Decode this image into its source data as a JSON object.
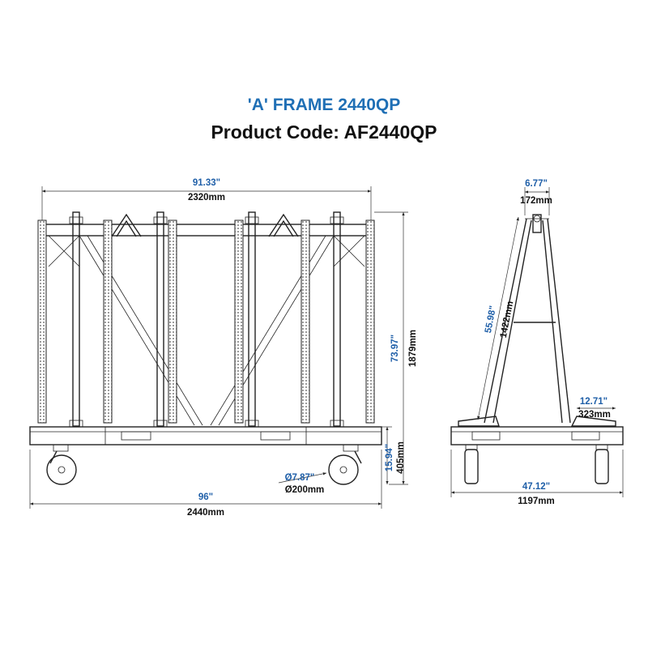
{
  "title": "'A' FRAME 2440QP",
  "subtitle": "Product Code: AF2440QP",
  "colors": {
    "inch": "#1f5fa8",
    "mm": "#111111",
    "title": "#1f6fb5",
    "line": "#222222"
  },
  "front_view": {
    "top_width_in": "91.33\"",
    "top_width_mm": "2320mm",
    "height_in": "73.97\"",
    "height_mm": "1879mm",
    "base_height_in": "15.94\"",
    "base_height_mm": "405mm",
    "wheel_dia_in": "Ø7.87\"",
    "wheel_dia_mm": "Ø200mm",
    "overall_width_in": "96\"",
    "overall_width_mm": "2440mm"
  },
  "side_view": {
    "top_width_in": "6.77\"",
    "top_width_mm": "172mm",
    "slope_in": "55.98\"",
    "slope_mm": "1422mm",
    "ledge_in": "12.71\"",
    "ledge_mm": "323mm",
    "overall_depth_in": "47.12\"",
    "overall_depth_mm": "1197mm"
  }
}
